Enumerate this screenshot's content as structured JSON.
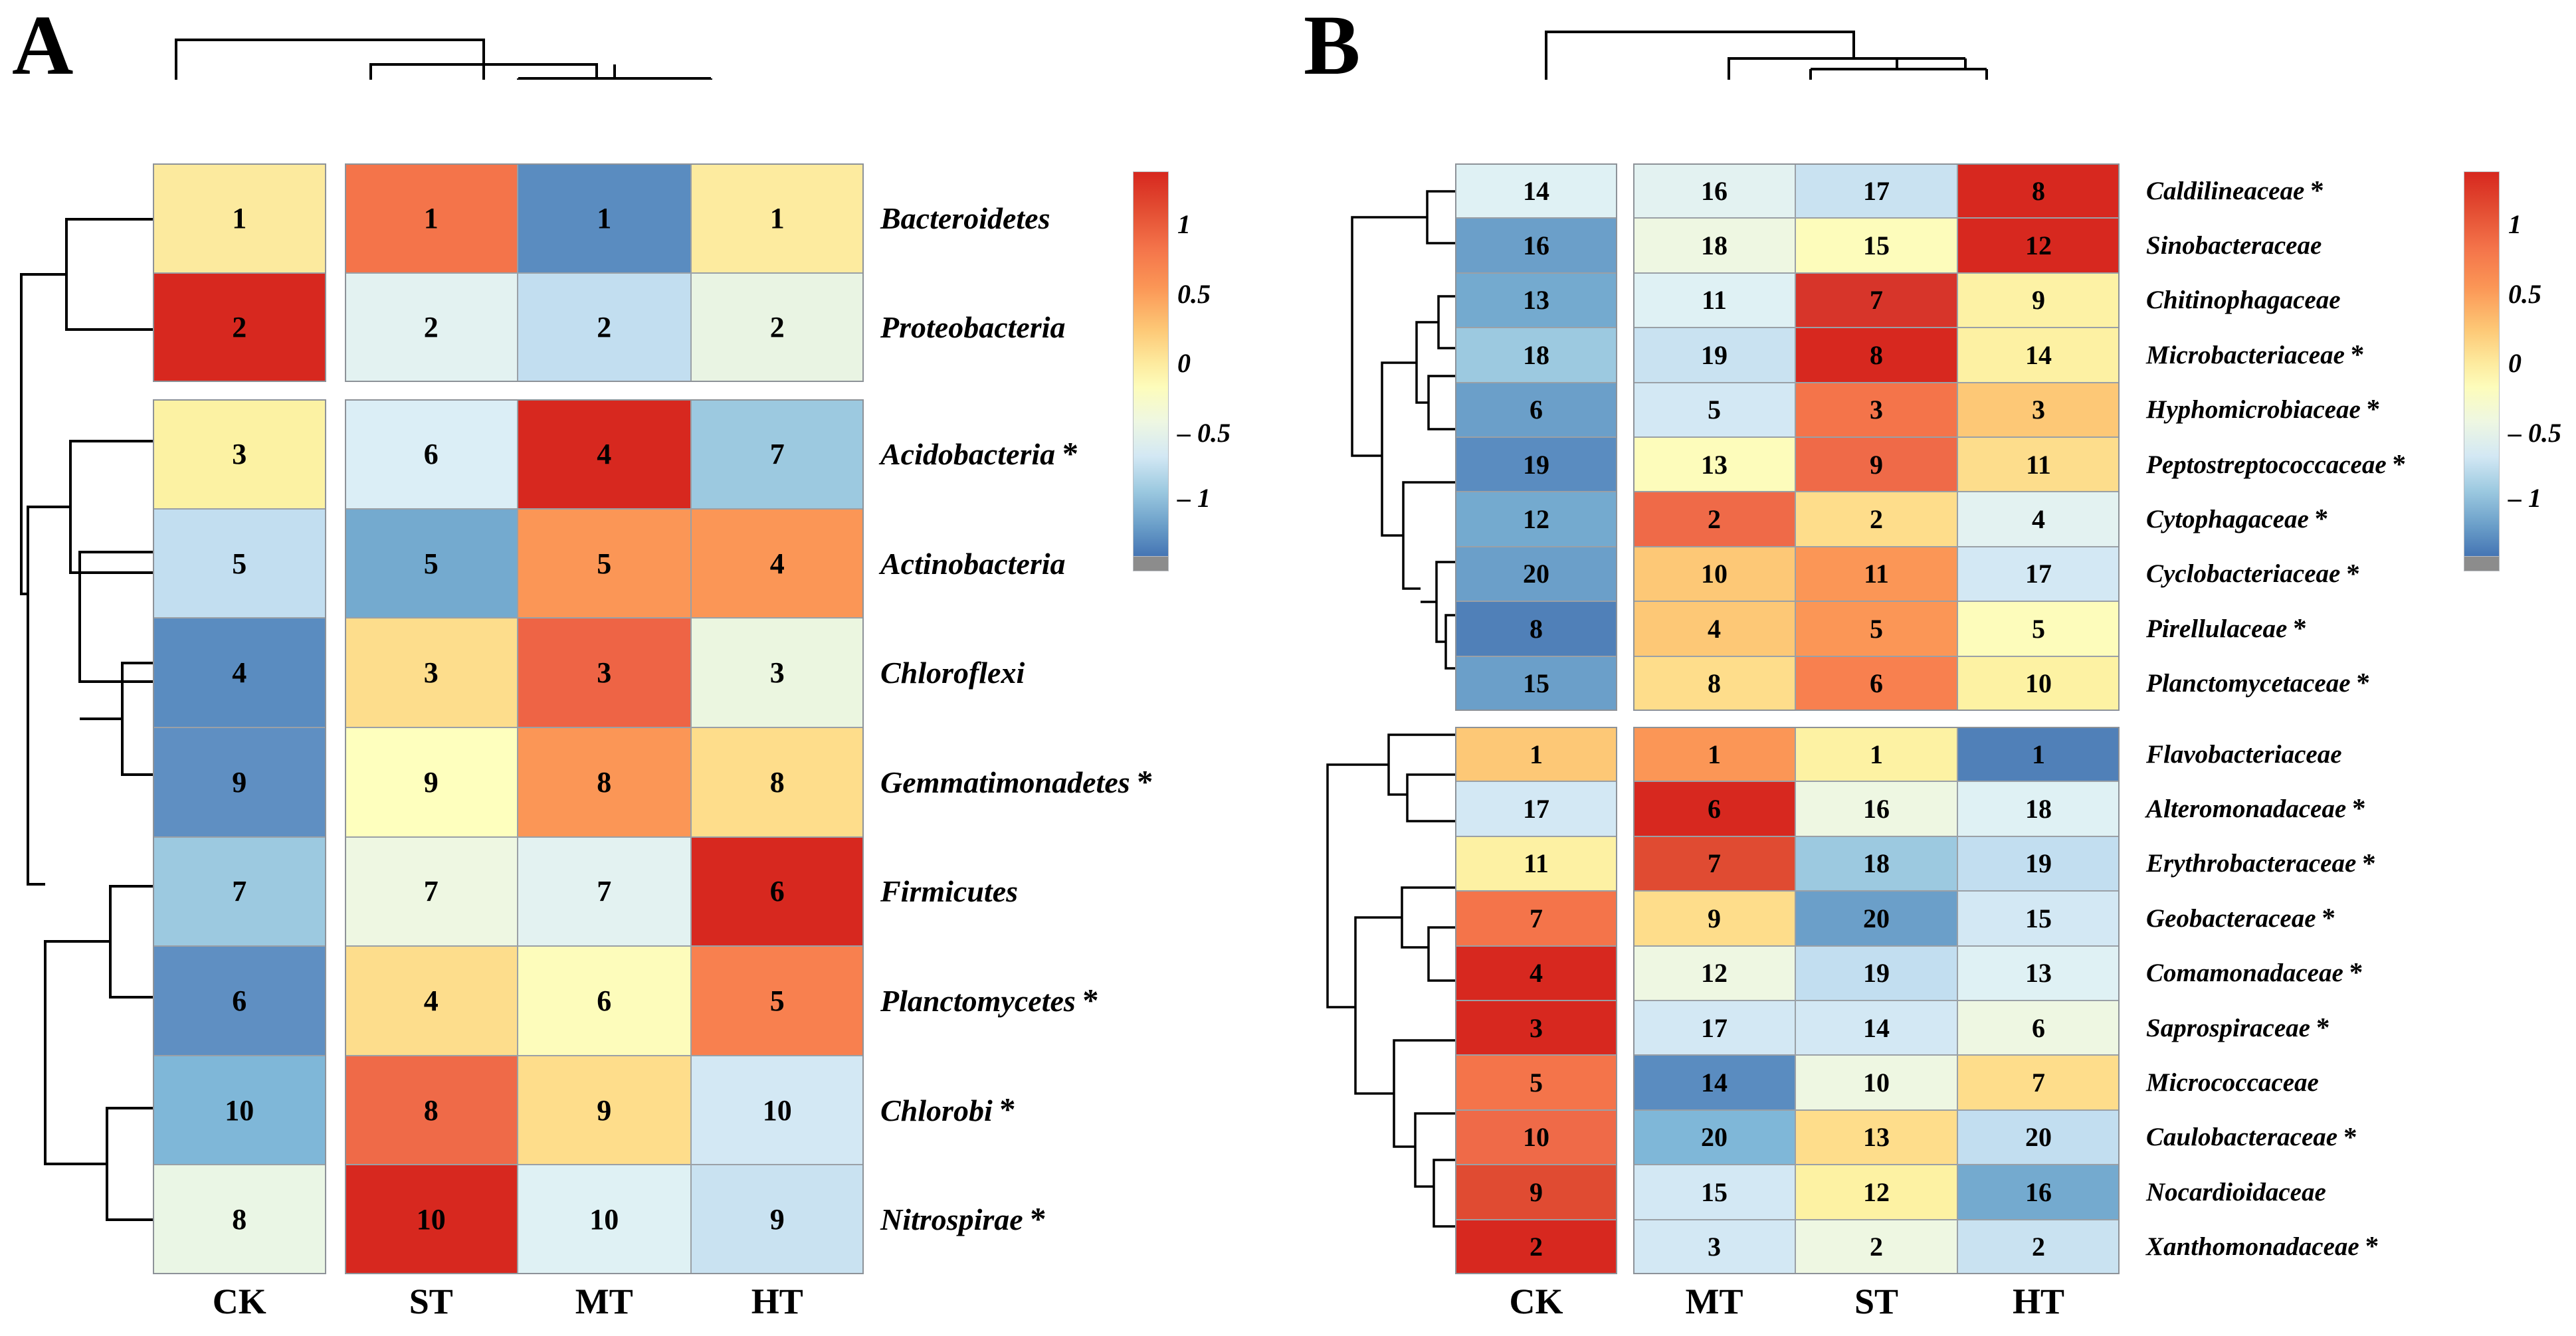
{
  "figure": {
    "panel_a_letter": "A",
    "panel_b_letter": "B"
  },
  "colorbar": {
    "ticks": [
      "1",
      "0.5",
      "0",
      "– 0.5",
      "– 1"
    ],
    "high_color": "#d7261e",
    "mid_color": "#ffffbf",
    "low_color": "#4575b4",
    "foot_color": "#8c8c8c"
  },
  "chart_data": [
    {
      "type": "heatmap",
      "panel": "A",
      "title": "A",
      "columns": [
        "CK",
        "ST",
        "MT",
        "HT"
      ],
      "rows": [
        "Bacteroidetes",
        "Proteobacteria",
        "Acidobacteria",
        "Actinobacteria",
        "Chloroflexi",
        "Gemmatimonadetes",
        "Firmicutes",
        "Planctomycetes",
        "Chlorobi",
        "Nitrospirae"
      ],
      "row_significance": [
        false,
        false,
        true,
        false,
        false,
        true,
        false,
        true,
        true,
        true
      ],
      "row_labels": [
        {
          "name": "Bacteroidetes",
          "star": ""
        },
        {
          "name": "Proteobacteria",
          "star": ""
        },
        {
          "name": "Acidobacteria",
          "star": "*"
        },
        {
          "name": "Actinobacteria",
          "star": ""
        },
        {
          "name": "Chloroflexi",
          "star": ""
        },
        {
          "name": "Gemmatimonadetes",
          "star": "*"
        },
        {
          "name": "Firmicutes",
          "star": ""
        },
        {
          "name": "Planctomycetes",
          "star": "*"
        },
        {
          "name": "Chlorobi",
          "star": "*"
        },
        {
          "name": "Nitrospirae",
          "star": "*"
        }
      ],
      "cell_labels": [
        [
          "1",
          "1",
          "1",
          "1"
        ],
        [
          "2",
          "2",
          "2",
          "2"
        ],
        [
          "3",
          "6",
          "4",
          "7"
        ],
        [
          "5",
          "5",
          "5",
          "4"
        ],
        [
          "4",
          "3",
          "3",
          "3"
        ],
        [
          "9",
          "9",
          "8",
          "8"
        ],
        [
          "7",
          "7",
          "7",
          "6"
        ],
        [
          "6",
          "4",
          "6",
          "5"
        ],
        [
          "10",
          "8",
          "9",
          "10"
        ],
        [
          "8",
          "10",
          "10",
          "9"
        ]
      ],
      "cell_colors": [
        [
          "#fcea9e",
          "#f4744a",
          "#5a8cc0",
          "#fdeb9f"
        ],
        [
          "#d7281f",
          "#e3f2f1",
          "#c2def0",
          "#e9f4e3"
        ],
        [
          "#fcf2a3",
          "#dbeef6",
          "#d7281f",
          "#9cc9e0"
        ],
        [
          "#c2def0",
          "#74aacf",
          "#fb9656",
          "#fb9656"
        ],
        [
          "#5a8cc0",
          "#fddd8c",
          "#ee6445",
          "#ebf6e0"
        ],
        [
          "#5f8fc2",
          "#feffbe",
          "#fb9656",
          "#fedd8b"
        ],
        [
          "#9cc9e0",
          "#eef7e2",
          "#e3f2f1",
          "#d7281f"
        ],
        [
          "#5f8fc2",
          "#fddd8c",
          "#fdfcbb",
          "#f8804f"
        ],
        [
          "#7fb7d8",
          "#ef6a48",
          "#fedd8b",
          "#d3e8f4"
        ],
        [
          "#eaf6e5",
          "#d7281f",
          "#dff1f4",
          "#c9e2f1"
        ]
      ],
      "row_blocks": [
        [
          0,
          2
        ],
        [
          2,
          10
        ]
      ],
      "top_dendrogram": "CK joins (ST,(MT,HT))",
      "left_dendrogram": "two main clusters: rows 1-2 and rows 3-10"
    },
    {
      "type": "heatmap",
      "panel": "B",
      "title": "B",
      "columns": [
        "CK",
        "MT",
        "ST",
        "HT"
      ],
      "rows": [
        "Caldilineaceae",
        "Sinobacteraceae",
        "Chitinophagaceae",
        "Microbacteriaceae",
        "Hyphomicrobiaceae",
        "Peptostreptococcaceae",
        "Cytophagaceae",
        "Cyclobacteriaceae",
        "Pirellulaceae",
        "Planctomycetaceae",
        "Flavobacteriaceae",
        "Alteromonadaceae",
        "Erythrobacteraceae",
        "Geobacteraceae",
        "Comamonadaceae",
        "Saprospiraceae",
        "Micrococcaceae",
        "Caulobacteraceae",
        "Nocardioidaceae",
        "Xanthomonadaceae"
      ],
      "row_labels": [
        {
          "name": "Caldilineaceae",
          "star": "*"
        },
        {
          "name": "Sinobacteraceae",
          "star": ""
        },
        {
          "name": "Chitinophagaceae",
          "star": ""
        },
        {
          "name": "Microbacteriaceae",
          "star": "*"
        },
        {
          "name": "Hyphomicrobiaceae",
          "star": "*"
        },
        {
          "name": "Peptostreptococcaceae",
          "star": "*"
        },
        {
          "name": "Cytophagaceae",
          "star": "*"
        },
        {
          "name": "Cyclobacteriaceae",
          "star": "*"
        },
        {
          "name": "Pirellulaceae",
          "star": "*"
        },
        {
          "name": "Planctomycetaceae",
          "star": "*"
        },
        {
          "name": "Flavobacteriaceae",
          "star": ""
        },
        {
          "name": "Alteromonadaceae",
          "star": "*"
        },
        {
          "name": "Erythrobacteraceae",
          "star": "*"
        },
        {
          "name": "Geobacteraceae",
          "star": "*"
        },
        {
          "name": "Comamonadaceae",
          "star": "*"
        },
        {
          "name": "Saprospiraceae",
          "star": "*"
        },
        {
          "name": "Micrococcaceae",
          "star": ""
        },
        {
          "name": "Caulobacteraceae",
          "star": "*"
        },
        {
          "name": "Nocardioidaceae",
          "star": ""
        },
        {
          "name": "Xanthomonadaceae",
          "star": "*"
        }
      ],
      "cell_labels": [
        [
          "14",
          "16",
          "17",
          "8"
        ],
        [
          "16",
          "18",
          "15",
          "12"
        ],
        [
          "13",
          "11",
          "7",
          "9"
        ],
        [
          "18",
          "19",
          "8",
          "14"
        ],
        [
          "6",
          "5",
          "3",
          "3"
        ],
        [
          "19",
          "13",
          "9",
          "11"
        ],
        [
          "12",
          "2",
          "2",
          "4"
        ],
        [
          "20",
          "10",
          "11",
          "17"
        ],
        [
          "8",
          "4",
          "5",
          "5"
        ],
        [
          "15",
          "8",
          "6",
          "10"
        ],
        [
          "1",
          "1",
          "1",
          "1"
        ],
        [
          "17",
          "6",
          "16",
          "18"
        ],
        [
          "11",
          "7",
          "18",
          "19"
        ],
        [
          "7",
          "9",
          "20",
          "15"
        ],
        [
          "4",
          "12",
          "19",
          "13"
        ],
        [
          "3",
          "17",
          "14",
          "6"
        ],
        [
          "5",
          "14",
          "10",
          "7"
        ],
        [
          "10",
          "20",
          "13",
          "20"
        ],
        [
          "9",
          "15",
          "12",
          "16"
        ],
        [
          "2",
          "3",
          "2",
          "2"
        ]
      ],
      "cell_colors": [
        [
          "#dff1f4",
          "#e3f2f1",
          "#c9e2f1",
          "#d7281f"
        ],
        [
          "#6b9fc9",
          "#eef7e2",
          "#fdfcbb",
          "#d7281f"
        ],
        [
          "#74aacf",
          "#dff1f4",
          "#d7352a",
          "#fdf2a5"
        ],
        [
          "#9cc9e0",
          "#c9e2f1",
          "#d7281f",
          "#fdf1a3"
        ],
        [
          "#6b9fc9",
          "#d3e8f4",
          "#f4744a",
          "#fcc униф76"
        ],
        [
          "#5a8cc0",
          "#fdfcbb",
          "#ef6a48",
          "#fddd8c"
        ],
        [
          "#74aacf",
          "#ef6a48",
          "#fedd8b",
          "#e3f2f1"
        ],
        [
          "#6b9fc9",
          "#fdc876",
          "#fb9656",
          "#d3e8f4"
        ],
        [
          "#5080b8",
          "#fdc876",
          "#fb9656",
          "#fdfcbb"
        ],
        [
          "#6b9fc9",
          "#fedd8b",
          "#f8804f",
          "#fdf2a3"
        ],
        [
          "#fdc876",
          "#fb9656",
          "#fdf2a3",
          "#5080b8"
        ],
        [
          "#d3e8f4",
          "#d7281f",
          "#eef7e2",
          "#dff1f4"
        ],
        [
          "#fdf1a3",
          "#e04b32",
          "#9cc9e0",
          "#c2def0"
        ],
        [
          "#f4744a",
          "#fedd8b",
          "#6b9fc9",
          "#d3e8f4"
        ],
        [
          "#d7281f",
          "#eef7e2",
          "#c2def0",
          "#dff1f4"
        ],
        [
          "#d7281f",
          "#d3e8f4",
          "#d3e8f4",
          "#eef7e2"
        ],
        [
          "#f4744a",
          "#5a8cc0",
          "#eef7e2",
          "#fedd8b"
        ],
        [
          "#ef6a48",
          "#7fb7d8",
          "#fedd8b",
          "#c2def0"
        ],
        [
          "#e04b32",
          "#d3e8f4",
          "#fdf2a3",
          "#74aacf"
        ],
        [
          "#d7281f",
          "#d3e8f4",
          "#eef7e2",
          "#c9e2f1"
        ]
      ],
      "row_blocks": [
        [
          0,
          10
        ],
        [
          10,
          20
        ]
      ],
      "top_dendrogram": "CK joins (MT,(ST,HT))",
      "left_dendrogram": "two main clusters: rows 1-10 and rows 11-20"
    }
  ]
}
